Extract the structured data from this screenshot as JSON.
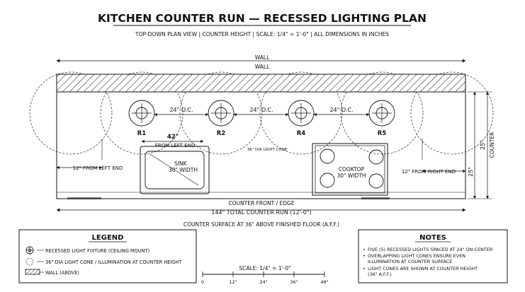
{
  "title": "KITCHEN COUNTER RUN — RECESSED LIGHTING PLAN",
  "subtitle": "TOP-DOWN PLAN VIEW | COUNTER HEIGHT | SCALE: 1/4\" = 1'-0\" | ALL DIMENSIONS IN INCHES",
  "wall_labels": {
    "outer": "WALL",
    "inner": "WALL"
  },
  "lights": [
    {
      "id": "R1"
    },
    {
      "id": "R2"
    },
    {
      "id": "R4"
    },
    {
      "id": "R5"
    }
  ],
  "spacing_labels": [
    "24\" O.C.",
    "24\" O.C.",
    "24\" O.C."
  ],
  "cone_label": "36\" DIA LIGHT CONE",
  "sink": {
    "dim_top": "42\"",
    "from_left": "FROM LEFT END",
    "line1": "SINK",
    "line2": "30\" WIDTH"
  },
  "cooktop": {
    "line1": "COOKTOP",
    "line2": "30\" WIDTH"
  },
  "left_end_label": "12\" FROM LEFT END",
  "right_end_label": "12\" FROM RIGHT END",
  "counter_front_label": "COUNTER FRONT / EDGE",
  "total_run_label": "144\" TOTAL COUNTER RUN (12'-0\")",
  "surface_note": "COUNTER SURFACE AT 36\" ABOVE FINISHED FLOOR (A.F.F.)",
  "depth": {
    "outer": "25\"",
    "counter": "COUNTER",
    "inner": "25\""
  },
  "legend": {
    "title": "LEGEND",
    "items": [
      "RECESSED LIGHT FIXTURE (CEILING MOUNT)",
      "36\" DIA LIGHT CONE / ILLUMINATION AT COUNTER HEIGHT",
      "WALL (ABOVE)"
    ]
  },
  "scale_bar": {
    "label": "SCALE: 1/4\" = 1'-0\"",
    "ticks": [
      "0",
      "12\"",
      "24\"",
      "36\"",
      "48\""
    ]
  },
  "notes": {
    "title": "NOTES",
    "items": [
      "FIVE (5) RECESSED LIGHTS SPACED AT 24\" ON-CENTER",
      "OVERLAPPING LIGHT CONES ENSURE EVEN",
      "ILLUMINATION AT COUNTER SURFACE",
      "LIGHT CONES ARE SHOWN AT COUNTER HEIGHT",
      "(36\" A.F.F.)"
    ]
  }
}
